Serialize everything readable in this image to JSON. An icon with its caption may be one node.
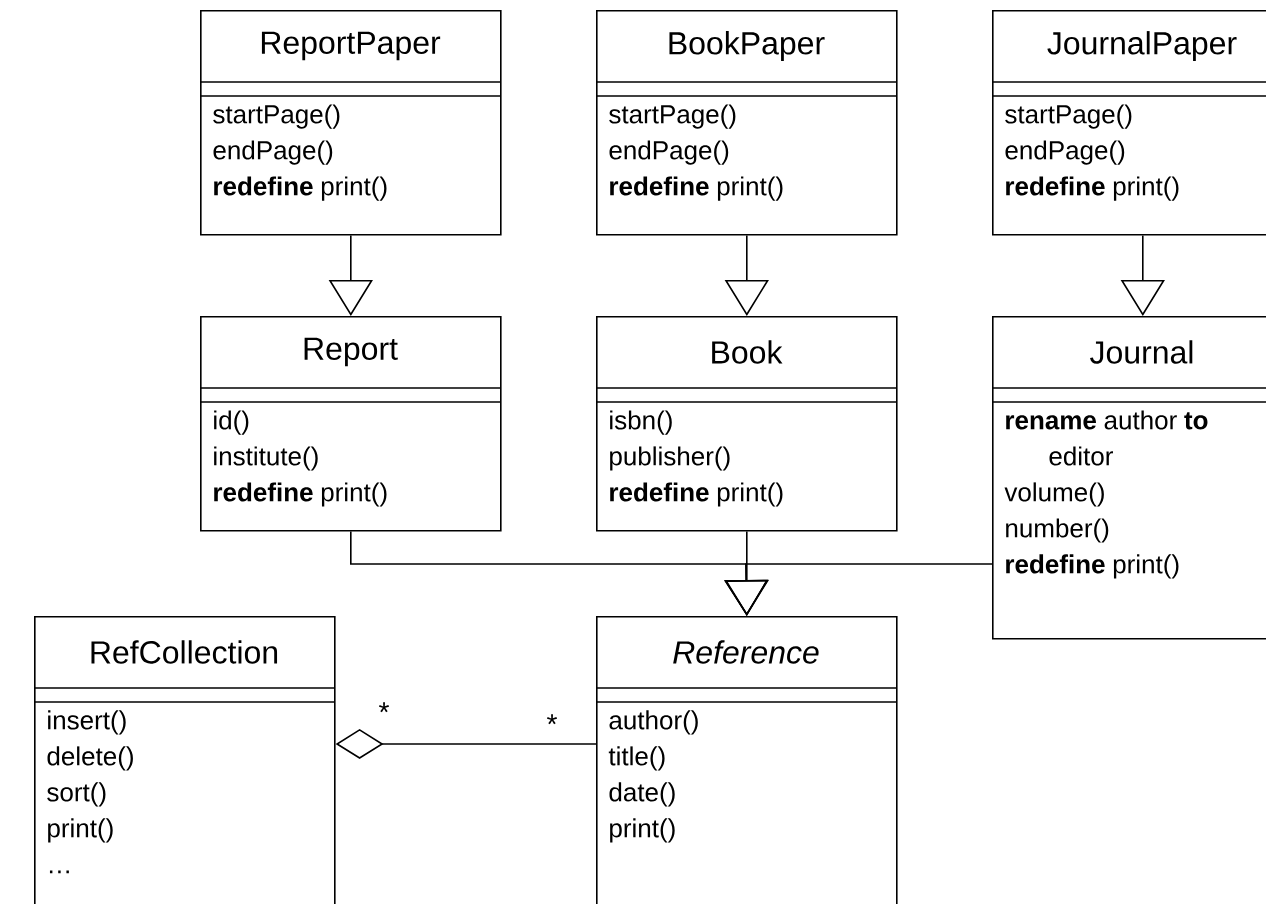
{
  "diagram": {
    "nodes": [
      {
        "text": [
          "ReportPaper",
          "startPage()",
          "endPage()",
          "**redefine** print()"
        ]
      },
      {
        "text": [
          "BookPaper",
          "startPage()",
          "endPage()",
          "**redefine** print()"
        ]
      },
      {
        "text": [
          "JournalPaper",
          "startPage()",
          "endPage()",
          "**redefine** print()"
        ]
      },
      {
        "text": [
          "Report",
          "id()",
          "institute()",
          "**redefine** print()"
        ]
      },
      {
        "text": [
          "Book",
          "isbn()",
          "publisher()",
          "**redefine** print()"
        ]
      },
      {
        "text": [
          "Journal",
          "**rename** author **to** editor",
          "volume()",
          "number()",
          "**redefine** print()"
        ]
      },
      {
        "text": [
          "RefCollection",
          "insert()",
          "delete()",
          "sort()",
          "print()",
          "…"
        ]
      },
      {
        "text": [
          "Reference",
          "author()",
          "title()",
          "date()",
          "print()"
        ]
      }
    ],
    "edges": [
      {
        "from": 0,
        "to": 3,
        "arrow": "to"
      },
      {
        "from": 1,
        "to": 4,
        "arrow": "to"
      },
      {
        "from": 2,
        "to": 5,
        "arrow": "to"
      },
      {
        "from": 3,
        "to": 7,
        "arrow": "to"
      },
      {
        "from": 4,
        "to": 7,
        "arrow": "to"
      },
      {
        "from": 5,
        "to": 7,
        "arrow": "to"
      },
      {
        "from": 6,
        "to": 7,
        "arrow": "other"
      }
    ],
    "labels": [
      "*",
      "*"
    ]
  }
}
